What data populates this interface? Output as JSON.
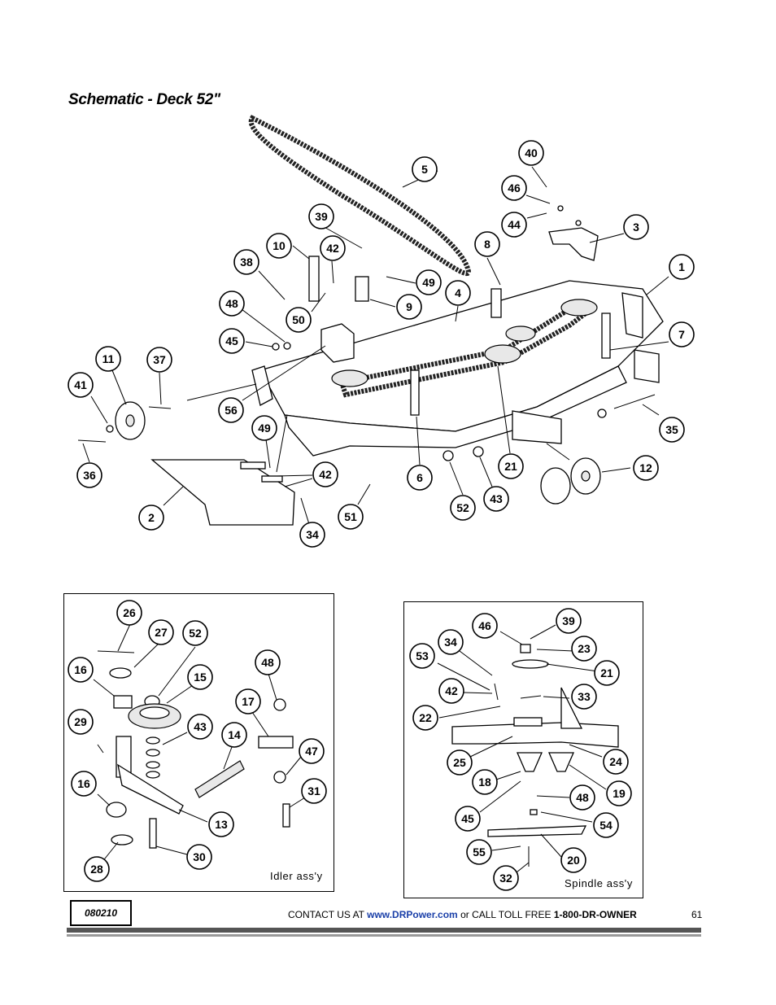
{
  "title": "Schematic - Deck 52\"",
  "main_callouts": [
    "1",
    "2",
    "3",
    "4",
    "5",
    "6",
    "7",
    "8",
    "9",
    "10",
    "11",
    "12",
    "21",
    "34",
    "35",
    "36",
    "37",
    "38",
    "39",
    "40",
    "41",
    "42",
    "42",
    "43",
    "44",
    "45",
    "46",
    "48",
    "49",
    "49",
    "50",
    "51",
    "52",
    "56"
  ],
  "idler": {
    "label": "Idler ass'y",
    "callouts": [
      "26",
      "27",
      "52",
      "16",
      "15",
      "48",
      "17",
      "29",
      "43",
      "14",
      "47",
      "16",
      "31",
      "13",
      "28",
      "30"
    ]
  },
  "spindle": {
    "label": "Spindle ass'y",
    "callouts": [
      "46",
      "39",
      "34",
      "23",
      "53",
      "21",
      "42",
      "33",
      "22",
      "25",
      "24",
      "18",
      "19",
      "48",
      "45",
      "54",
      "20",
      "55",
      "32"
    ]
  },
  "footer": {
    "doc_code": "080210",
    "contact_prefix": "CONTACT US AT",
    "url": "www.DRPower.com",
    "middle": "or CALL TOLL FREE",
    "phone": "1-800-DR-OWNER",
    "page_number": "61"
  }
}
